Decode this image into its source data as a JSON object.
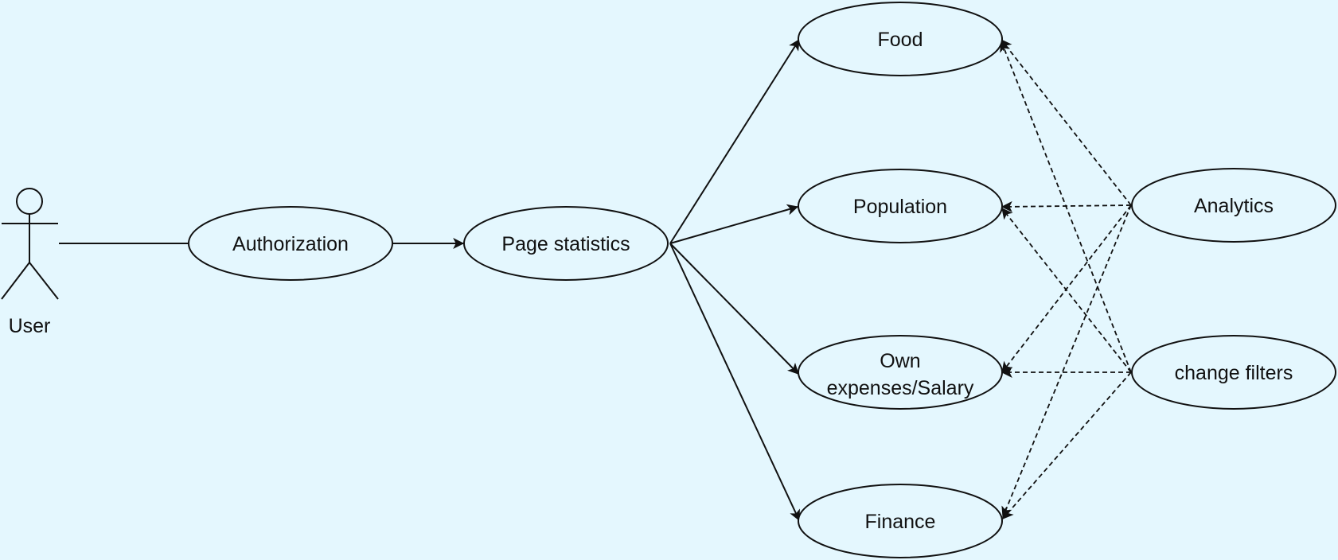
{
  "actor": {
    "name": "User"
  },
  "use_cases": {
    "authorization": "Authorization",
    "page_statistics": "Page statistics",
    "food": "Food",
    "population": "Population",
    "own_expenses": [
      "Own",
      "expenses/Salary"
    ],
    "finance": "Finance",
    "analytics": "Analytics",
    "change_filters": "change filters"
  }
}
